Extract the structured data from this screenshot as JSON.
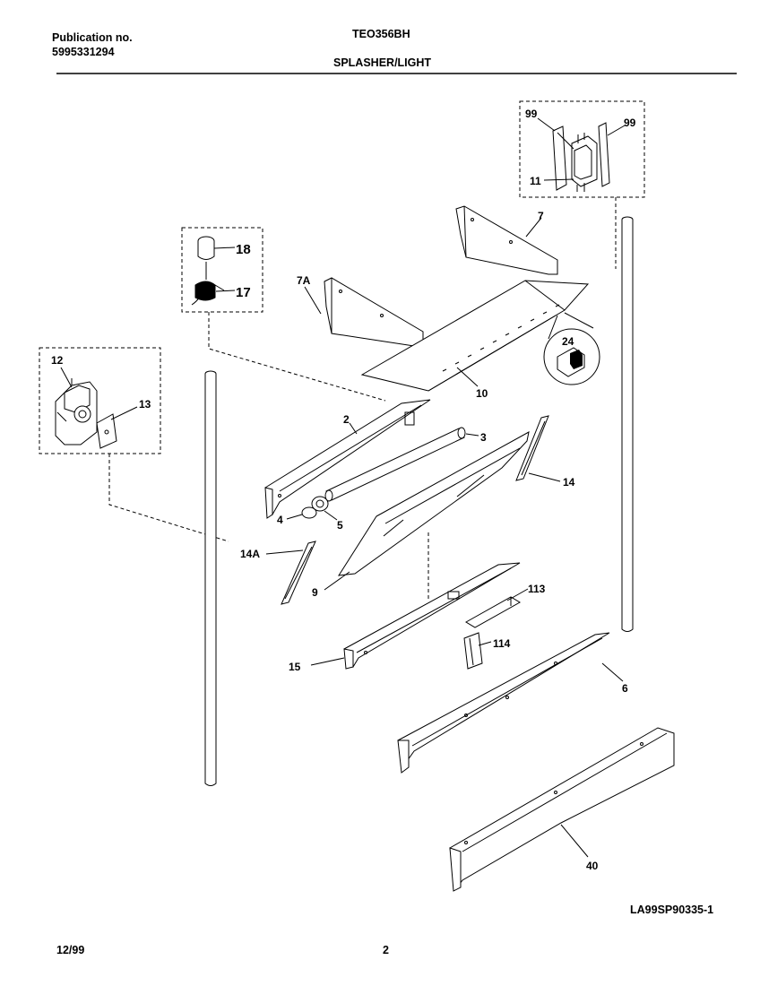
{
  "header": {
    "publication_label": "Publication no.",
    "publication_number": "5995331294",
    "model": "TEO356BH",
    "section": "SPLASHER/LIGHT"
  },
  "footer": {
    "date": "12/99",
    "page": "2",
    "drawing_id": "LA99SP90335-1"
  },
  "callouts": {
    "c99a": "99",
    "c99b": "99",
    "c11": "11",
    "c18": "18",
    "c17": "17",
    "c7": "7",
    "c7a": "7A",
    "c24": "24",
    "c10": "10",
    "c12": "12",
    "c13": "13",
    "c2": "2",
    "c3": "3",
    "c14": "14",
    "c4": "4",
    "c5": "5",
    "c14a": "14A",
    "c9": "9",
    "c113": "113",
    "c114": "114",
    "c15": "15",
    "c6": "6",
    "c40": "40"
  }
}
